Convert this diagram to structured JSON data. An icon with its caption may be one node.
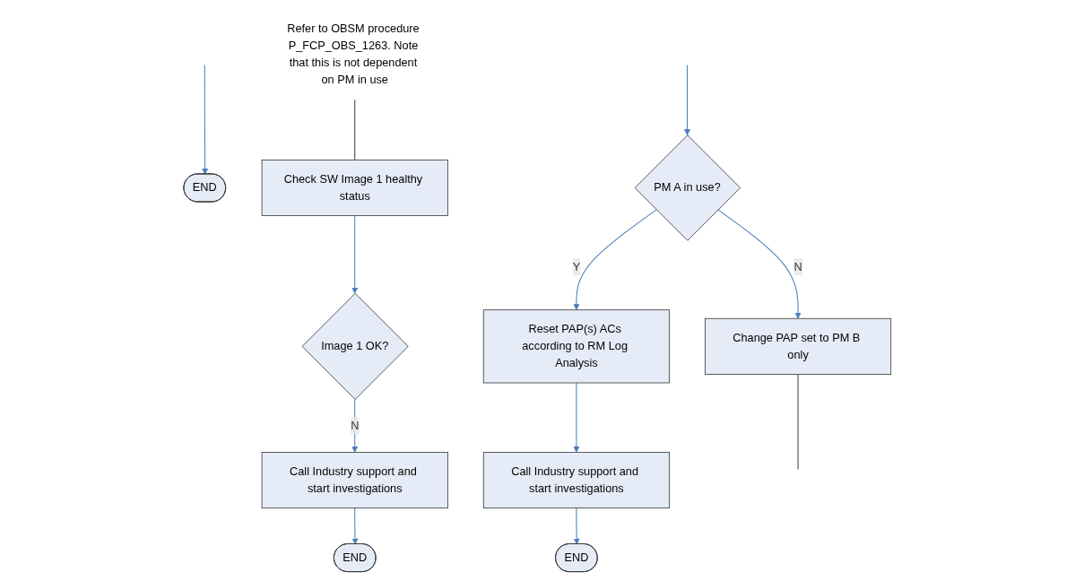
{
  "diagram": {
    "nodes": [
      {
        "text": [
          "END"
        ]
      },
      {
        "text": [
          "PM A in use?"
        ]
      },
      {
        "text": [
          "Change PAP set to PM B only"
        ]
      },
      {
        "text": [
          "Reset PAP(s) ACs according to RM Log Analysis"
        ]
      },
      {
        "text": [
          "Call Industry support and start investigations"
        ]
      },
      {
        "text": [
          "END"
        ]
      },
      {
        "text": [
          "Refer to OBSM procedure P_FCP_OBS_1263. Note that this is not dependent on PM in use"
        ]
      },
      {
        "text": [
          "Check SW Image 1 healthy status"
        ]
      },
      {
        "text": [
          "Image 1 OK?"
        ]
      },
      {
        "text": [
          "Call Industry support and start investigations"
        ]
      },
      {
        "text": [
          "END"
        ]
      }
    ],
    "edges": [
      {
        "from": null,
        "to": 0,
        "arrow": "to"
      },
      {
        "from": null,
        "to": 1,
        "arrow": "to"
      },
      {
        "from": 1,
        "to": 2,
        "arrow": "to",
        "label": "N"
      },
      {
        "from": 1,
        "to": 3,
        "arrow": "to",
        "label": "Y"
      },
      {
        "from": 3,
        "to": 4,
        "arrow": "to"
      },
      {
        "from": 4,
        "to": 5,
        "arrow": "to"
      },
      {
        "from": 2,
        "to": null,
        "arrow": "none",
        "color": "#404040"
      },
      {
        "from": 6,
        "to": 7,
        "arrow": "none",
        "color": "#404040"
      },
      {
        "from": 7,
        "to": 8,
        "arrow": "to"
      },
      {
        "from": 8,
        "to": 9,
        "arrow": "to",
        "label": "N"
      },
      {
        "from": 9,
        "to": 10,
        "arrow": "to"
      }
    ]
  }
}
